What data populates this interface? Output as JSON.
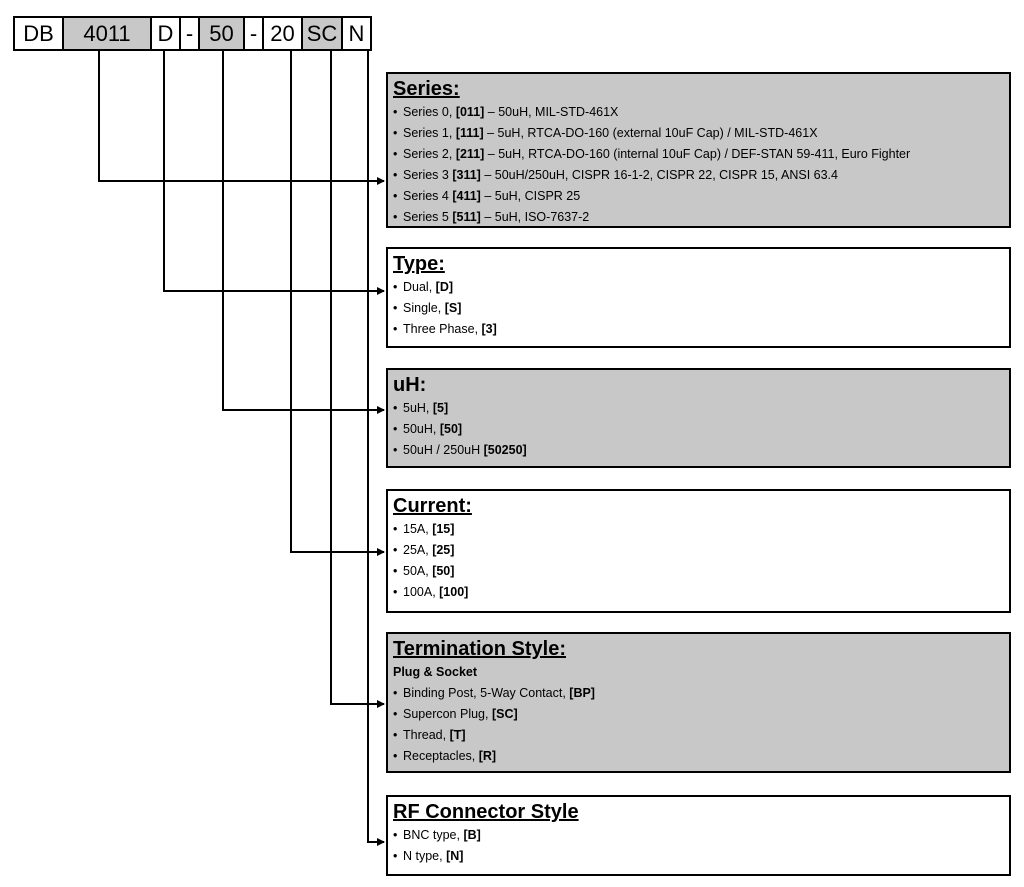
{
  "part_number": {
    "segments": [
      "DB",
      "4011",
      "D",
      "-",
      "50",
      "-",
      "20",
      "SC",
      "N"
    ]
  },
  "sections": {
    "series": {
      "title": "Series:",
      "items": [
        {
          "pre": "Series 0, ",
          "code": "[011]",
          "post": " – 50uH, MIL-STD-461X"
        },
        {
          "pre": "Series 1, ",
          "code": "[111]",
          "post": " – 5uH, RTCA-DO-160 (external 10uF Cap) / MIL-STD-461X"
        },
        {
          "pre": "Series 2, ",
          "code": "[211]",
          "post": " – 5uH, RTCA-DO-160 (internal 10uF Cap) / DEF-STAN 59-411, Euro Fighter"
        },
        {
          "pre": "Series 3 ",
          "code": "[311]",
          "post": " – 50uH/250uH, CISPR 16-1-2, CISPR 22, CISPR 15, ANSI 63.4"
        },
        {
          "pre": "Series 4 ",
          "code": "[411]",
          "post": " – 5uH, CISPR 25"
        },
        {
          "pre": "Series 5 ",
          "code": "[511]",
          "post": " – 5uH, ISO-7637-2"
        }
      ]
    },
    "type": {
      "title": "Type:",
      "items": [
        {
          "pre": "Dual, ",
          "code": "[D]"
        },
        {
          "pre": "Single, ",
          "code": "[S]"
        },
        {
          "pre": "Three Phase, ",
          "code": "[3]"
        }
      ]
    },
    "uh": {
      "title": "uH:",
      "items": [
        {
          "pre": "5uH, ",
          "code": "[5]"
        },
        {
          "pre": "50uH, ",
          "code": "[50]"
        },
        {
          "pre": "50uH / 250uH ",
          "code": "[50250]"
        }
      ]
    },
    "current": {
      "title": "Current:",
      "items": [
        {
          "pre": "15A, ",
          "code": "[15]"
        },
        {
          "pre": "25A, ",
          "code": "[25]"
        },
        {
          "pre": "50A, ",
          "code": "[50]"
        },
        {
          "pre": "100A, ",
          "code": "[100]"
        }
      ]
    },
    "termination": {
      "title": "Termination Style:",
      "subheading": "Plug & Socket",
      "items": [
        {
          "pre": "Binding Post, 5-Way Contact, ",
          "code": "[BP]"
        },
        {
          "pre": "Supercon Plug, ",
          "code": "[SC]"
        },
        {
          "pre": "Thread, ",
          "code": "[T]"
        },
        {
          "pre": "Receptacles, ",
          "code": "[R]"
        }
      ]
    },
    "rf_connector": {
      "title": "RF Connector Style",
      "items": [
        {
          "pre": "BNC type, ",
          "code": "[B]"
        },
        {
          "pre": "N type, ",
          "code": "[N]"
        }
      ]
    }
  },
  "bullet_glyph": "•",
  "colors": {
    "shaded_fill": "#c8c8c8",
    "line": "#000000"
  }
}
